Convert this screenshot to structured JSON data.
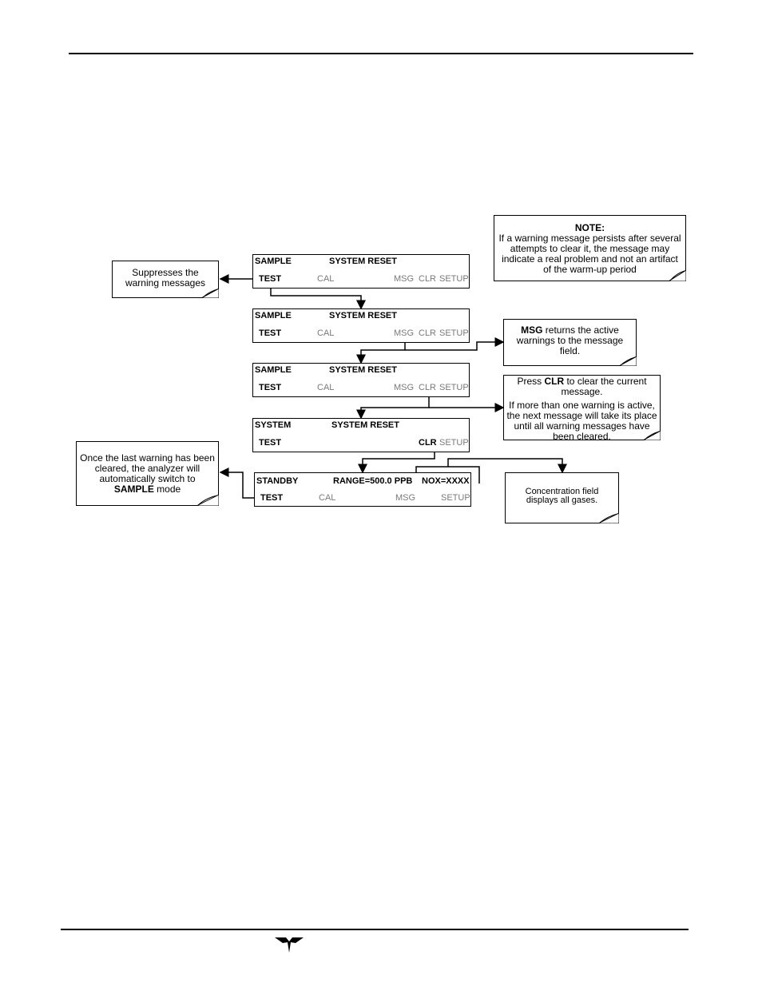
{
  "panels": [
    {
      "title_left": "SAMPLE",
      "title_mid": "SYSTEM RESET",
      "keys": [
        "TEST",
        "CAL",
        "MSG",
        "CLR",
        "SETUP"
      ]
    },
    {
      "title_left": "SAMPLE",
      "title_mid": "SYSTEM RESET",
      "keys": [
        "TEST",
        "CAL",
        "MSG",
        "CLR",
        "SETUP"
      ]
    },
    {
      "title_left": "SAMPLE",
      "title_mid": "SYSTEM RESET",
      "keys": [
        "TEST",
        "CAL",
        "MSG",
        "CLR",
        "SETUP"
      ]
    },
    {
      "title_left": "SYSTEM",
      "title_mid": "SYSTEM RESET",
      "keys": [
        "TEST",
        "CLR",
        "SETUP"
      ]
    },
    {
      "title_left": "STANDBY",
      "title_mid": "RANGE=500.0 PPB",
      "title_right": "NOX=XXXX",
      "keys": [
        "TEST",
        "CAL",
        "MSG",
        "SETUP"
      ]
    }
  ],
  "notes": {
    "note_heading": "NOTE:",
    "note_body": "If a warning message persists after several attempts to clear it, the message may indicate a real problem and not an artifact of the warm-up period",
    "suppress": "Suppresses the warning messages",
    "msg_bold": "MSG",
    "msg_rest": " returns the active warnings to the message field.",
    "clr_pre": "Press ",
    "clr_bold": "CLR",
    "clr_post": " to clear the current message.",
    "clr_more": "If more than one warning is active, the next message will take its place until all warning messages have been cleared.",
    "last_pre": "Once the last warning has been cleared, the analyzer will automatically switch to ",
    "last_bold": "SAMPLE",
    "last_post": " mode",
    "conc": "Concentration field displays all gases."
  }
}
